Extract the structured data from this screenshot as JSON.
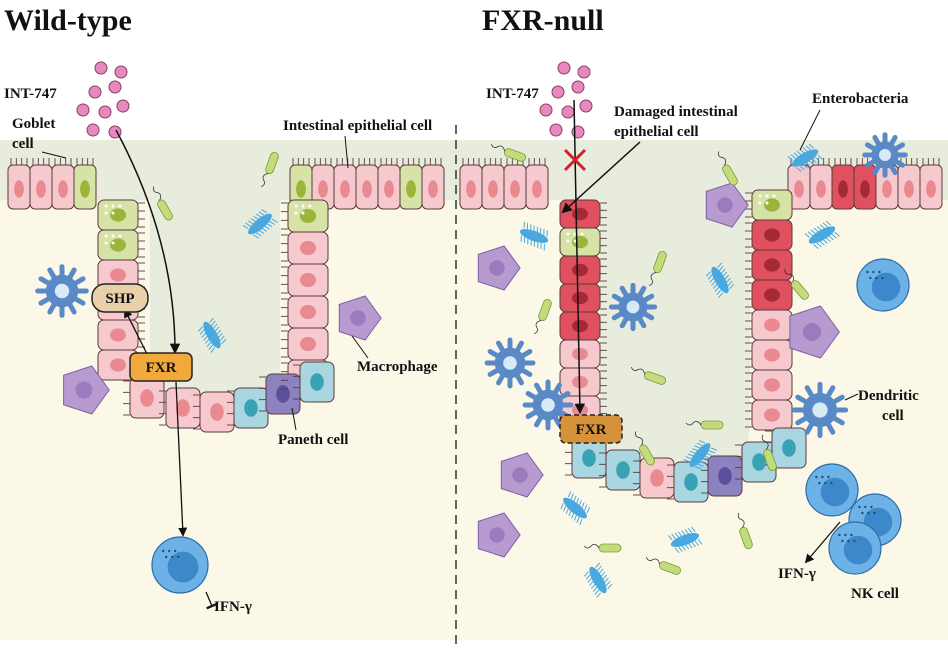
{
  "panels": {
    "left_title": "Wild-type",
    "right_title": "FXR-null"
  },
  "labels": {
    "int747_left": "INT-747",
    "int747_right": "INT-747",
    "goblet_line1": "Goblet",
    "goblet_line2": "cell",
    "iec": "Intestinal epithelial cell",
    "damaged_line1": "Damaged intestinal",
    "damaged_line2": "epithelial cell",
    "enterobacteria": "Enterobacteria",
    "shp": "SHP",
    "fxr_left": "FXR",
    "fxr_right": "FXR",
    "macrophage": "Macrophage",
    "paneth": "Paneth cell",
    "dendritic_line1": "Dendritic",
    "dendritic_line2": "cell",
    "ifn_left": "IFN-γ",
    "ifn_right": "IFN-γ",
    "nk": "NK cell"
  },
  "colors": {
    "lumen": "#e8ecdc",
    "tissue": "#fbf8e8",
    "epithelial": "#f6c9cf",
    "damaged": "#e0505f",
    "goblet": "#d7e2a6",
    "paneth": "#8d82c0",
    "stem": "#a9d6e0",
    "fxr": "#f2a93b",
    "shp": "#e8d1a8",
    "ligand": "#e889bd",
    "macrophage": "#b79ad0",
    "dendritic": "#5a89c8",
    "bacteria": "#4aa8e0",
    "rod_bacteria": "#c2dc7c",
    "blocked": "#d21f2b"
  }
}
